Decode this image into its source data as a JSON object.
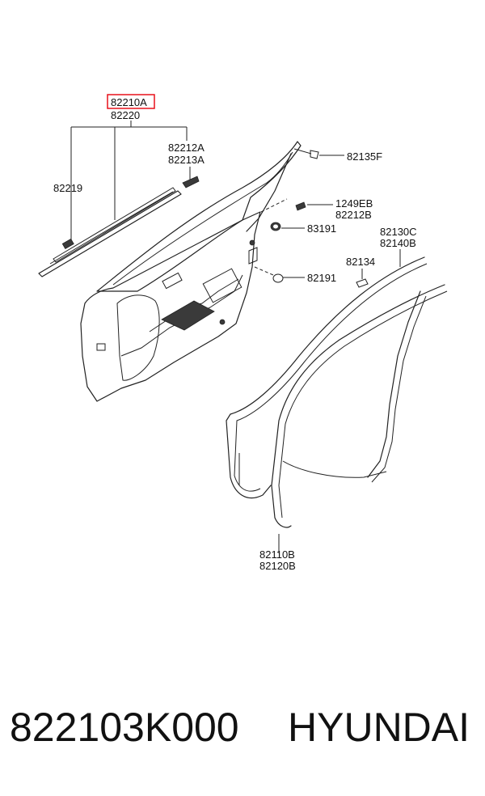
{
  "labels": {
    "p82210A": "82210A",
    "p82220": "82220",
    "p82212A": "82212A",
    "p82213A": "82213A",
    "p82219": "82219",
    "p82135F": "82135F",
    "p1249EB": "1249EB",
    "p82212B": "82212B",
    "p83191": "83191",
    "p82130C": "82130C",
    "p82140B": "82140B",
    "p82134": "82134",
    "p82191": "82191",
    "p82110B": "82110B",
    "p82120B": "82120B"
  },
  "highlight_color": "#e8101a",
  "footer": {
    "part_number": "822103K000",
    "brand": "HYUNDAI"
  }
}
